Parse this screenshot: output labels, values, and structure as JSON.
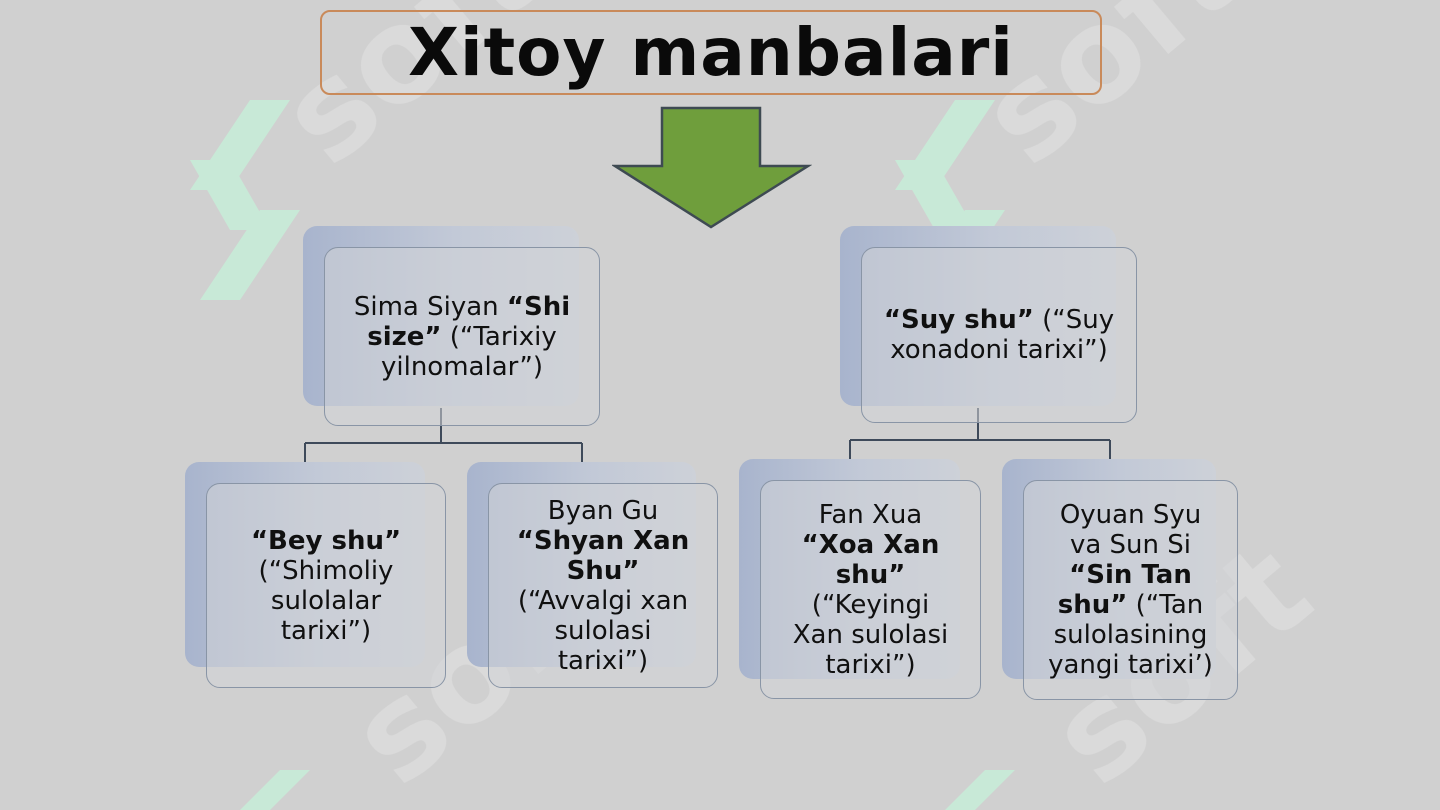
{
  "title": "Xitoy manbalari",
  "colors": {
    "arrow": "#6f9e3c",
    "title_border": "#c98a5a",
    "card_border": "#8995a6",
    "watermark": "#c8ecd8"
  },
  "watermark_text": "soft",
  "left_branch": {
    "parent": {
      "pre": "Sima Siyan ",
      "bold": "“Shi size”",
      "post": " (“Tarixiy yilnomalar”)"
    },
    "children": [
      {
        "pre": "",
        "bold": "“Bey shu”",
        "post": " (“Shimoliy sulolalar tarixi”)"
      },
      {
        "pre": "Byan Gu ",
        "bold": "“Shyan Xan Shu”",
        "post": " (“Avvalgi xan sulolasi tarixi”)"
      }
    ]
  },
  "right_branch": {
    "parent": {
      "pre": "",
      "bold": "“Suy shu”",
      "post": " (“Suy xonadoni tarixi”)"
    },
    "children": [
      {
        "pre": "Fan Xua ",
        "bold": "“Xoa Xan shu”",
        "post": " (“Keyingi Xan sulolasi tarixi”)"
      },
      {
        "pre": "Oyuan Syu va Sun Si ",
        "bold": "“Sin Tan shu”",
        "post": " (“Tan sulolasining yangi tarixi’)"
      }
    ]
  }
}
